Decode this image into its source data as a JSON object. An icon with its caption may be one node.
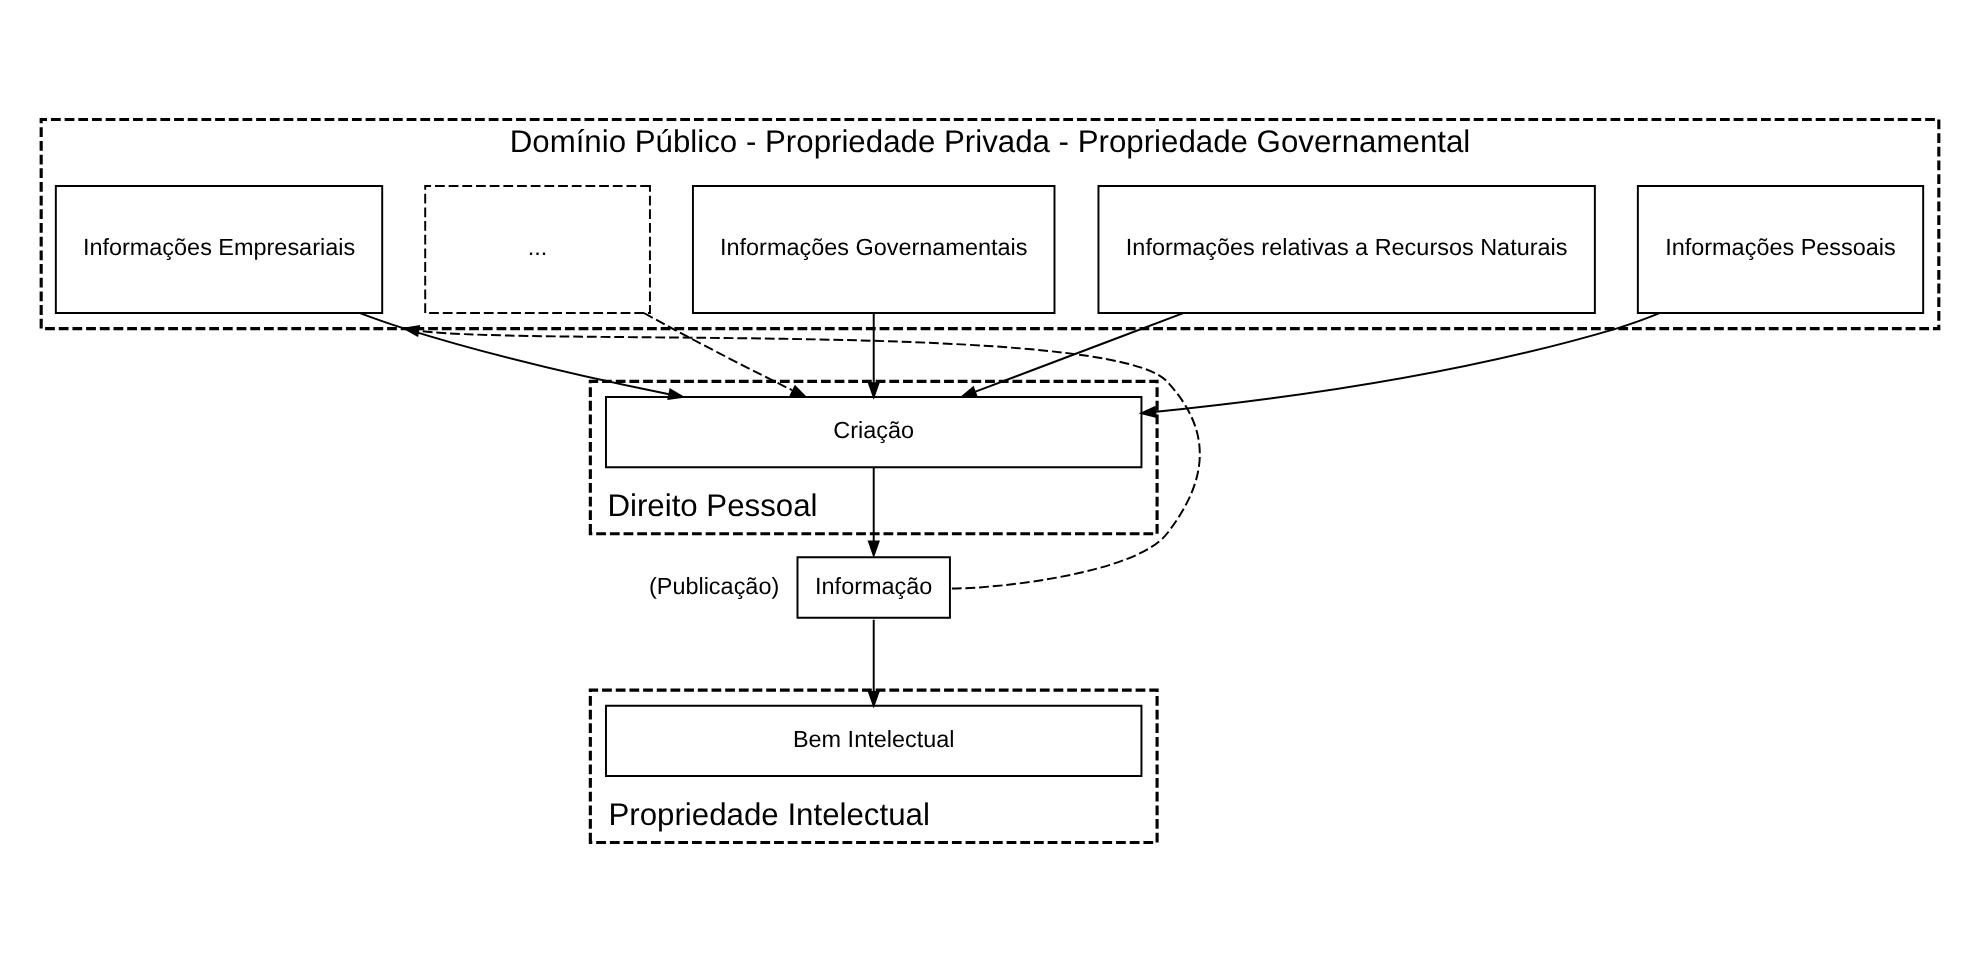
{
  "diagram": {
    "nodes": [
      {
        "text": [
          "Domínio Público - Propriedade Privada - Propriedade Governamental"
        ]
      },
      {
        "text": [
          "Informações Pessoais"
        ],
        "in": 0
      },
      {
        "text": [
          "Informações relativas a Recursos Naturais"
        ],
        "in": 0
      },
      {
        "text": [
          "Informações Governamentais"
        ],
        "in": 0
      },
      {
        "text": [
          "..."
        ],
        "in": 0
      },
      {
        "text": [
          "Informações Empresariais"
        ],
        "in": 0
      },
      {
        "text": [
          "Direito Pessoal"
        ]
      },
      {
        "text": [
          "Criação"
        ],
        "in": 6
      },
      {
        "text": [
          "Informação"
        ],
        "beside": [
          "(Publicação)"
        ]
      },
      {
        "text": [
          "Propriedade Intelectual"
        ]
      },
      {
        "text": [
          "Bem Intelectual"
        ],
        "in": 9
      }
    ],
    "edges": [
      {
        "from": 1,
        "to": 7,
        "arrow": "to"
      },
      {
        "from": 2,
        "to": 7,
        "arrow": "to"
      },
      {
        "from": 3,
        "to": 7,
        "arrow": "to"
      },
      {
        "from": 4,
        "to": 7,
        "arrow": "to",
        "style": "dashed"
      },
      {
        "from": 5,
        "to": 7,
        "arrow": "to"
      },
      {
        "from": 7,
        "to": 8,
        "arrow": "to"
      },
      {
        "from": 8,
        "to": 10,
        "arrow": "to"
      },
      {
        "from": 8,
        "to": 0,
        "arrow": "to",
        "style": "dashed"
      }
    ]
  }
}
